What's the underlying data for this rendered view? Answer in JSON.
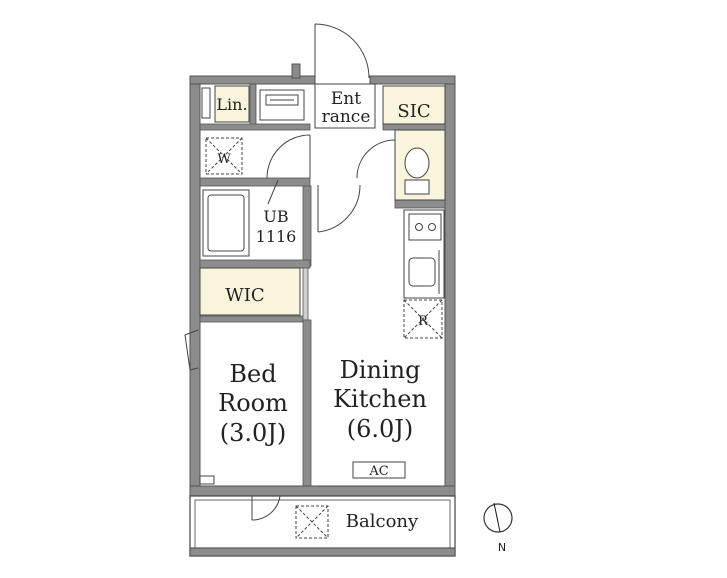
{
  "labels": {
    "entrance_line1": "Ent",
    "entrance_line2": "rance",
    "linen": "Lin.",
    "sic": "SIC",
    "washer": "W",
    "unit_bath_line1": "UB",
    "unit_bath_line2": "1116",
    "wic": "WIC",
    "refrigerator": "R",
    "bedroom_line1": "Bed",
    "bedroom_line2": "Room",
    "bedroom_line3": "(3.0J)",
    "dining_line1": "Dining",
    "dining_line2": "Kitchen",
    "dining_line3": "(6.0J)",
    "ac": "AC",
    "balcony": "Balcony",
    "north": "N"
  },
  "colors": {
    "wall": "#8c8c8c",
    "wall_stroke": "#555555",
    "storage_fill": "#f8f5dc",
    "floor": "#ffffff",
    "line": "#444444"
  }
}
